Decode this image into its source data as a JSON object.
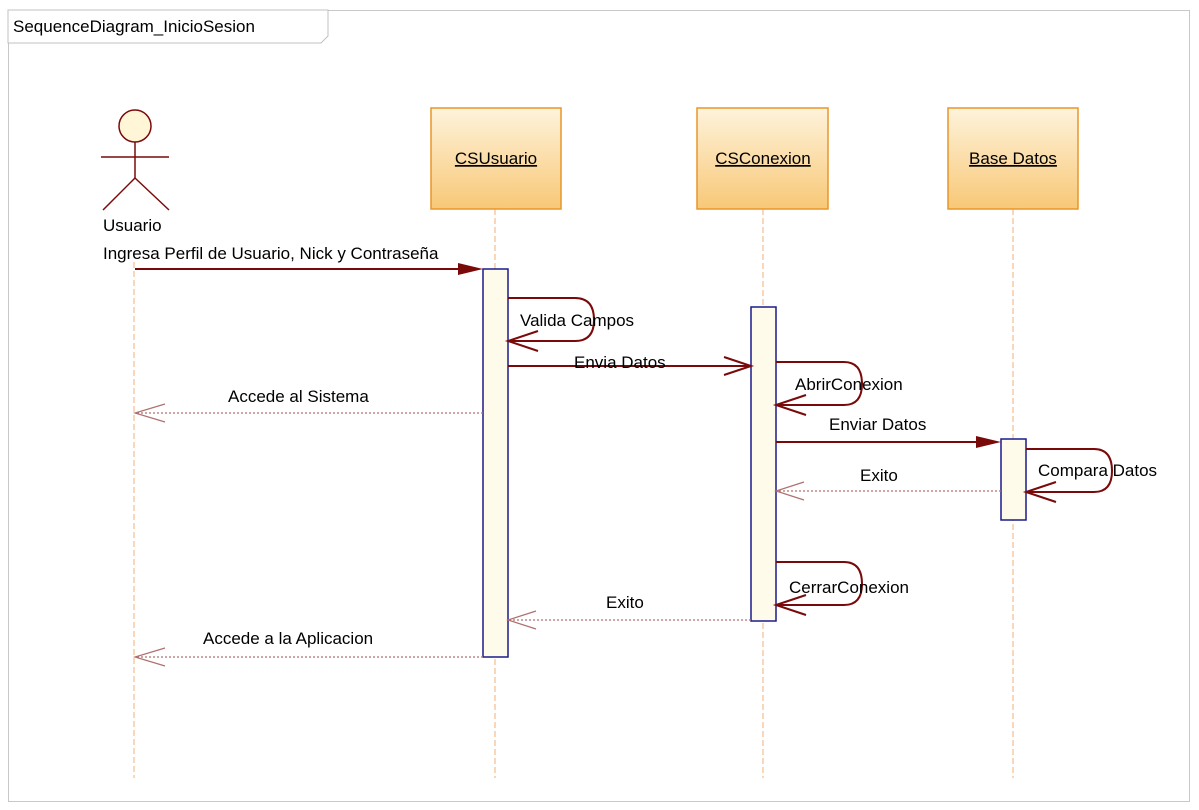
{
  "frame": {
    "title": "SequenceDiagram_InicioSesion"
  },
  "actor": {
    "name": "Usuario"
  },
  "lifelines": [
    {
      "name": "CSUsuario"
    },
    {
      "name": "CSConexion"
    },
    {
      "name": "Base Datos"
    }
  ],
  "messages": [
    {
      "label": "Ingresa Perfil de Usuario, Nick y Contraseña",
      "kind": "sync"
    },
    {
      "label": "Valida Campos",
      "kind": "self"
    },
    {
      "label": "Envia Datos",
      "kind": "async"
    },
    {
      "label": "Accede al Sistema",
      "kind": "return"
    },
    {
      "label": "AbrirConexion",
      "kind": "self"
    },
    {
      "label": "Enviar Datos",
      "kind": "sync"
    },
    {
      "label": "Compara Datos",
      "kind": "self"
    },
    {
      "label": "Exito",
      "kind": "return"
    },
    {
      "label": "CerrarConexion",
      "kind": "self"
    },
    {
      "label": "Exito",
      "kind": "return"
    },
    {
      "label": "Accede a la Aplicacion",
      "kind": "return"
    }
  ],
  "colors": {
    "message": "#7a0a0a",
    "return": "#b07070",
    "lifeline": "#f0b070",
    "box_fill_top": "#fef3dc",
    "box_fill_bottom": "#f8c877",
    "box_border": "#e8962a",
    "activation_border": "#1a1a8c",
    "activation_fill": "#fffbea",
    "actor_fill": "#fff6d8"
  }
}
